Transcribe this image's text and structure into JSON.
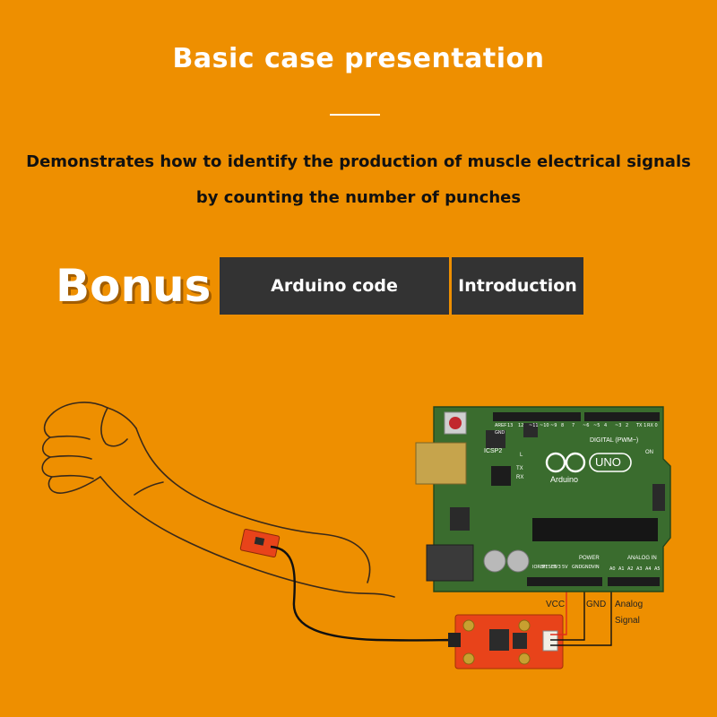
{
  "header": {
    "title": "Basic case presentation",
    "subtitle_line1": "Demonstrates how to identify the production of muscle electrical signals",
    "subtitle_line2": "by counting the number of punches"
  },
  "bonus": {
    "label": "Bonus",
    "tabs": [
      {
        "label": "Arduino code"
      },
      {
        "label": "Introduction"
      }
    ]
  },
  "board": {
    "brand": "Arduino",
    "model": "UNO",
    "icsp": "ICSP2",
    "digital_label": "DIGITAL (PWM~)",
    "power_label": "POWER",
    "analog_label": "ANALOG IN",
    "aref": "AREF",
    "gnd": "GND",
    "tx": "TX",
    "rx": "RX",
    "led_l": "L",
    "on": "ON",
    "digital_pins": [
      "13",
      "12",
      "~11",
      "~10",
      "~9",
      "8",
      "7",
      "~6",
      "~5",
      "4",
      "~3",
      "2",
      "TX 1",
      "RX 0"
    ],
    "power_pins": [
      "IOREF",
      "RESET",
      "3V3",
      "5V",
      "GND",
      "GND",
      "VIN"
    ],
    "analog_pins": [
      "A0",
      "A1",
      "A2",
      "A3",
      "A4",
      "A5"
    ]
  },
  "wiring": {
    "vcc": "VCC",
    "gnd": "GND",
    "analog_line1": "Analog",
    "analog_line2": "Signal"
  },
  "colors": {
    "background": "#ee8f00",
    "board": "#3a6c2e",
    "tab": "#333333",
    "sensor": "#e8431a"
  }
}
